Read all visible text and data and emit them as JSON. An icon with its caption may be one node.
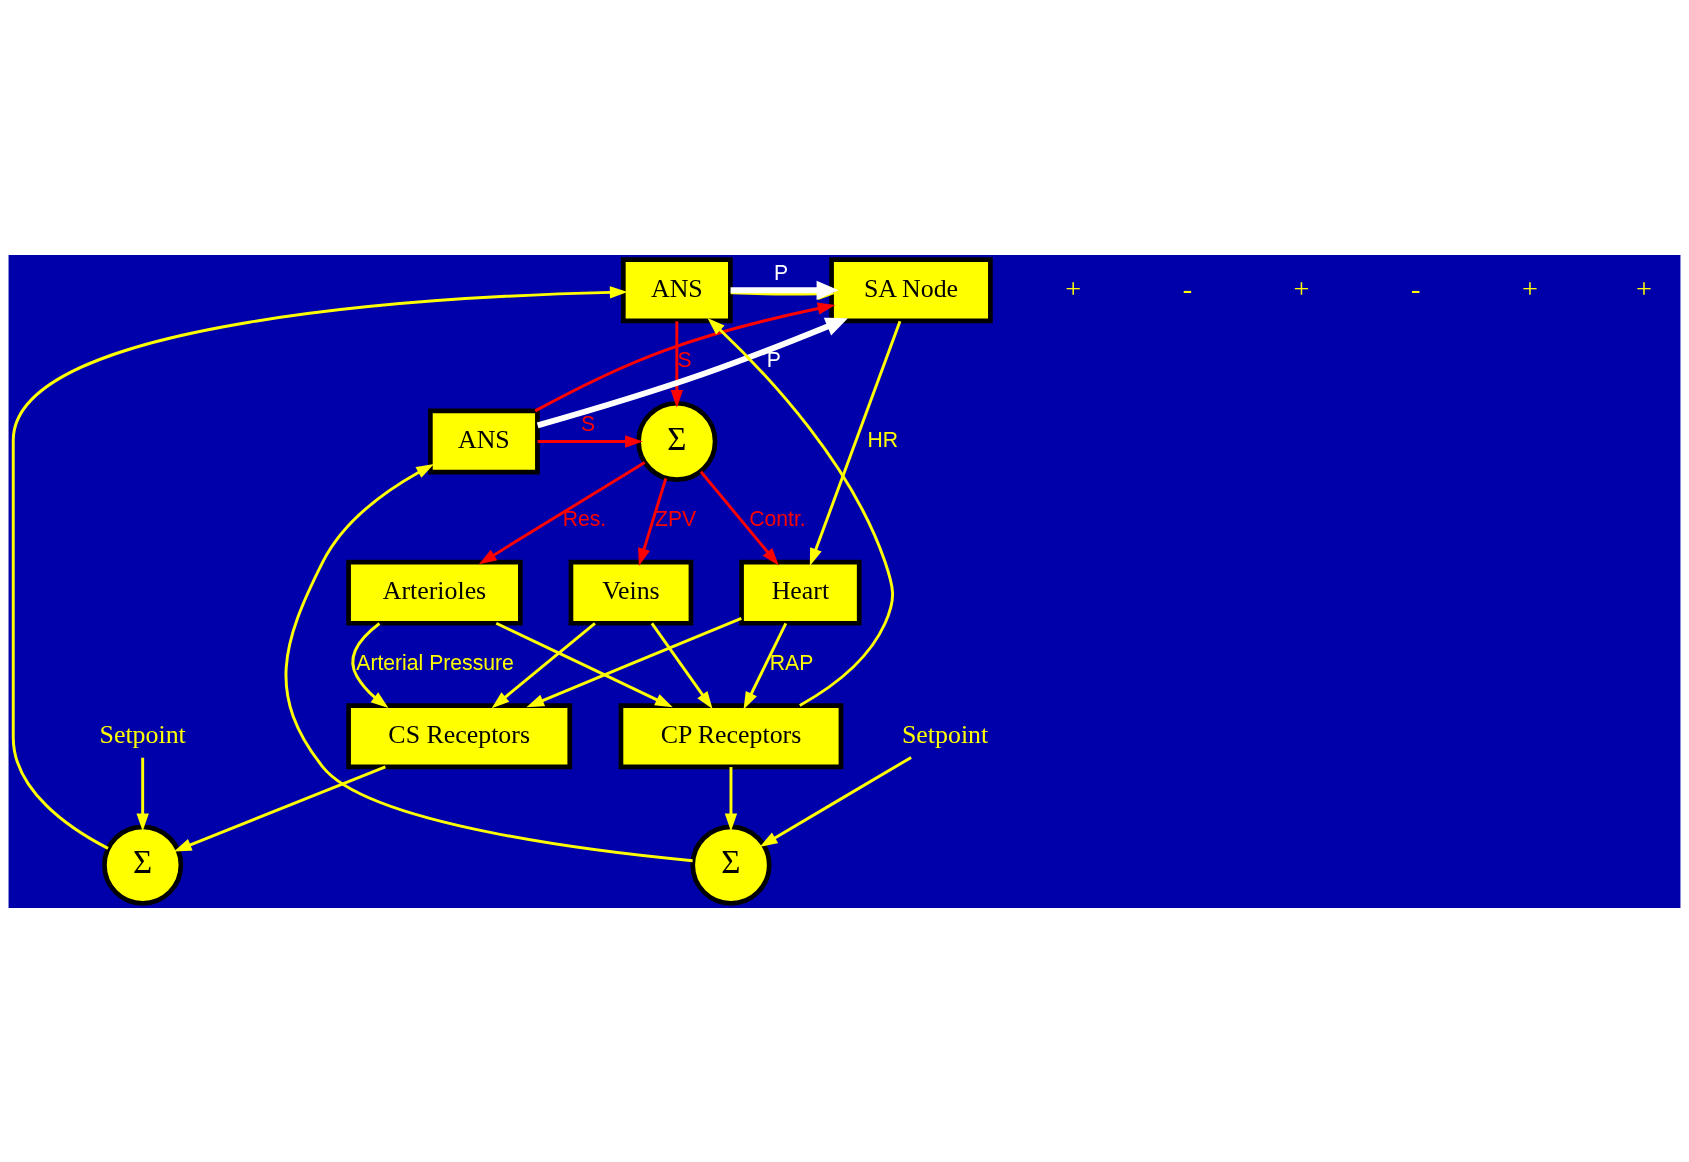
{
  "diagram": {
    "nodes": [
      {
        "text": [
          "ANS"
        ]
      },
      {
        "text": [
          "SA Node"
        ]
      },
      {
        "text": [
          "ANS"
        ]
      },
      {
        "text": [
          "Σ"
        ]
      },
      {
        "text": [
          "Σ"
        ]
      },
      {
        "text": [
          "Σ"
        ]
      },
      {
        "text": [
          "CS Receptors"
        ]
      },
      {
        "text": [
          "CP Receptors"
        ]
      },
      {
        "text": [
          "Heart"
        ]
      },
      {
        "text": [
          "Arterioles"
        ]
      },
      {
        "text": [
          "Veins"
        ]
      },
      {
        "text": [
          "Setpoint"
        ]
      },
      {
        "text": [
          "Setpoint"
        ]
      }
    ],
    "edges": [
      {
        "from": 0,
        "to": 5,
        "arrow": "to",
        "label": "S",
        "color": "#ff0000"
      },
      {
        "from": 0,
        "to": 1,
        "arrow": "to"
      },
      {
        "from": 0,
        "to": 1,
        "arrow": "to",
        "label": "P",
        "style": "thick",
        "color": "#ffffff"
      },
      {
        "from": 2,
        "to": 1,
        "arrow": "to",
        "label": "P",
        "style": "thick",
        "color": "#ffffff"
      },
      {
        "from": 2,
        "to": 5,
        "arrow": "to",
        "label": "S",
        "color": "#ff0000"
      },
      {
        "from": 2,
        "to": 1,
        "arrow": "to",
        "color": "#ff0000"
      },
      {
        "from": 1,
        "to": 8,
        "arrow": "to",
        "label": "HR"
      },
      {
        "from": 5,
        "to": 8,
        "arrow": "to",
        "label": "Contr.",
        "color": "#ff0000"
      },
      {
        "from": 5,
        "to": 9,
        "arrow": "to",
        "label": "Res.",
        "color": "#ff0000"
      },
      {
        "from": 5,
        "to": 10,
        "arrow": "to",
        "label": "ZPV",
        "color": "#ff0000"
      },
      {
        "from": 11,
        "to": 3,
        "arrow": "to"
      },
      {
        "from": 3,
        "to": 0,
        "arrow": "to"
      },
      {
        "from": 6,
        "to": 3,
        "arrow": "to"
      },
      {
        "from": 7,
        "to": 0,
        "arrow": "to"
      },
      {
        "from": 12,
        "to": 4,
        "arrow": "to"
      },
      {
        "from": 7,
        "to": 4,
        "arrow": "to"
      },
      {
        "from": 4,
        "to": 2,
        "arrow": "to"
      },
      {
        "from": 8,
        "to": 7,
        "arrow": "to",
        "label": "RAP"
      },
      {
        "from": 9,
        "to": 7,
        "arrow": "to"
      },
      {
        "from": 10,
        "to": 7,
        "arrow": "to"
      },
      {
        "from": 8,
        "to": 6,
        "arrow": "to"
      },
      {
        "from": 9,
        "to": 6,
        "arrow": "to",
        "label": "Arterial Pressure"
      },
      {
        "from": 10,
        "to": 6,
        "arrow": "to"
      }
    ],
    "labels": [
      "+",
      "-",
      "+",
      "-",
      "+",
      "+"
    ]
  }
}
